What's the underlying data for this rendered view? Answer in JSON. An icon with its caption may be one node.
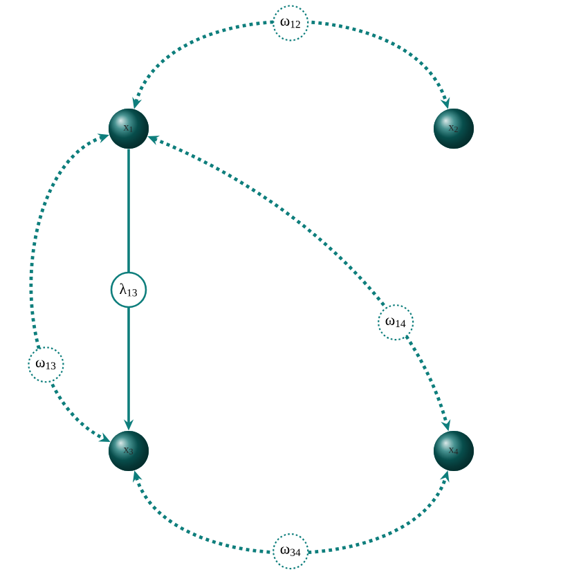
{
  "diagram": {
    "nodes": [
      {
        "text": [
          "x$_{1}$"
        ]
      },
      {
        "text": [
          "x$_{2}$"
        ]
      },
      {
        "text": [
          "x$_{3}$"
        ]
      },
      {
        "text": [
          "x$_{4}$"
        ]
      }
    ],
    "edges": [
      {
        "from": 0,
        "to": 1,
        "arrow": "both",
        "label": "ω$_{12}$",
        "style": "dashed"
      },
      {
        "from": 0,
        "to": 2,
        "arrow": "to",
        "label": "λ$_{13}$"
      },
      {
        "from": 0,
        "to": 2,
        "arrow": "both",
        "label": "ω$_{13}$",
        "style": "dashed"
      },
      {
        "from": 0,
        "to": 3,
        "arrow": "both",
        "label": "ω$_{14}$",
        "style": "dashed"
      },
      {
        "from": 2,
        "to": 3,
        "arrow": "both",
        "label": "ω$_{34}$",
        "style": "dashed"
      }
    ]
  }
}
